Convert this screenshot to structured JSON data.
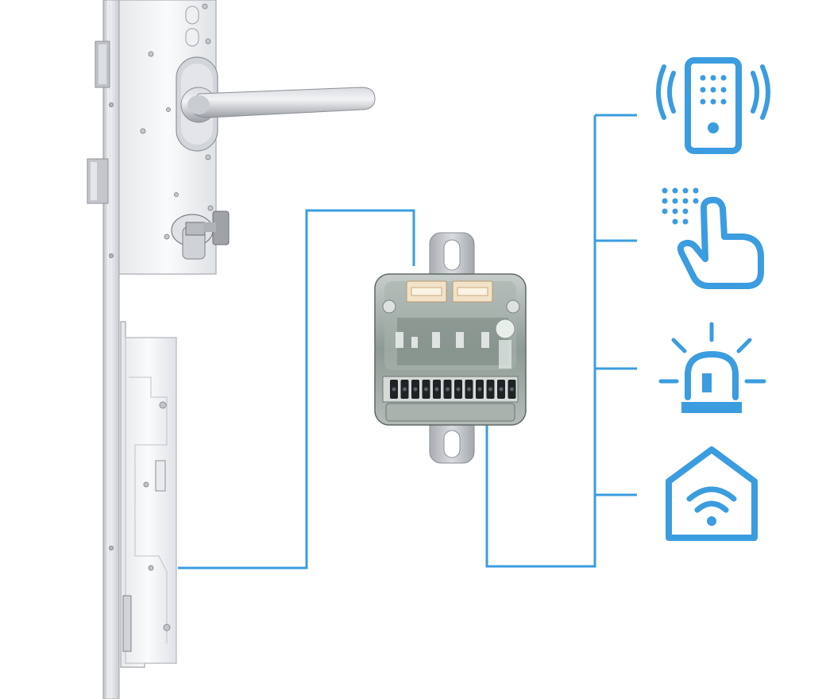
{
  "colors": {
    "accent": "#3b9ce0",
    "steel_light": "#f1f2f4",
    "steel_mid": "#c9ccd1",
    "steel_dark": "#8c9096",
    "module_body": "#7f8986",
    "terminal": "#1e2326"
  },
  "lock": {
    "parts": [
      "faceplate",
      "lever-handle",
      "escutcheon",
      "key-cylinder",
      "latch-bolt",
      "dead-bolt",
      "gearbox"
    ]
  },
  "controller": {
    "parts": [
      "mounting-bracket",
      "connector-left",
      "connector-right",
      "terminal-block",
      "status-led"
    ]
  },
  "outputs": [
    {
      "icon": "remote-control-icon"
    },
    {
      "icon": "keypad-touch-icon"
    },
    {
      "icon": "alarm-light-icon"
    },
    {
      "icon": "smart-home-wifi-icon"
    }
  ]
}
